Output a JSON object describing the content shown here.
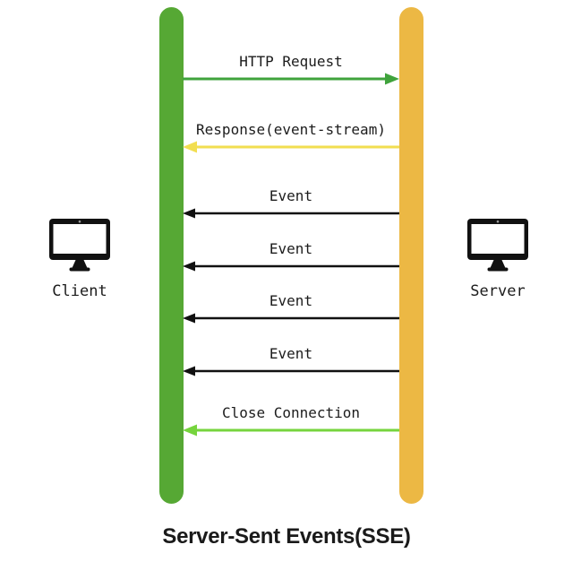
{
  "diagram": {
    "title": "Server-Sent Events(SSE)",
    "background": "#ffffff",
    "actors": [
      {
        "id": "client",
        "label": "Client",
        "icon": "monitor-icon"
      },
      {
        "id": "server",
        "label": "Server",
        "icon": "monitor-icon"
      }
    ],
    "lifelines": [
      {
        "actor": "client",
        "color": "#56a834"
      },
      {
        "actor": "server",
        "color": "#ecb844"
      }
    ],
    "messages": [
      {
        "label": "HTTP Request",
        "direction": "right",
        "color": "#3fa33c"
      },
      {
        "label": "Response(event-stream)",
        "direction": "left",
        "color": "#f2de50"
      },
      {
        "label": "Event",
        "direction": "left",
        "color": "#111111"
      },
      {
        "label": "Event",
        "direction": "left",
        "color": "#111111"
      },
      {
        "label": "Event",
        "direction": "left",
        "color": "#111111"
      },
      {
        "label": "Event",
        "direction": "left",
        "color": "#111111"
      },
      {
        "label": "Close Connection",
        "direction": "left",
        "color": "#76d43d"
      }
    ],
    "icon_color": "#111111"
  }
}
